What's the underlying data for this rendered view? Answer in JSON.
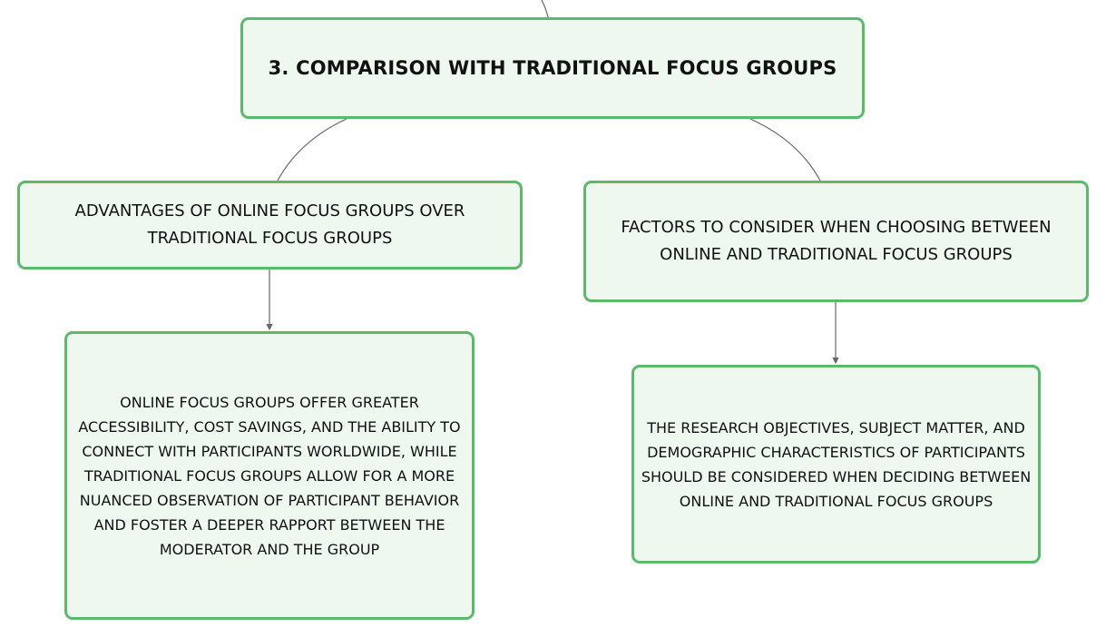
{
  "diagram": {
    "type": "mind-map",
    "colors": {
      "node_fill": "#eef8ef",
      "node_border": "#5cb86a",
      "connector": "#666666",
      "text": "#111111"
    },
    "nodes": {
      "root": {
        "label": "3. COMPARISON WITH TRADITIONAL FOCUS GROUPS"
      },
      "advantages": {
        "label": "ADVANTAGES OF ONLINE FOCUS GROUPS OVER TRADITIONAL FOCUS GROUPS"
      },
      "factors": {
        "label": "FACTORS TO CONSIDER WHEN CHOOSING BETWEEN ONLINE AND TRADITIONAL FOCUS GROUPS"
      },
      "advantages_detail": {
        "label": "ONLINE FOCUS GROUPS OFFER GREATER ACCESSIBILITY, COST SAVINGS, AND THE ABILITY TO CONNECT WITH PARTICIPANTS WORLDWIDE, WHILE TRADITIONAL FOCUS GROUPS ALLOW FOR A MORE NUANCED OBSERVATION OF PARTICIPANT BEHAVIOR AND FOSTER A DEEPER RAPPORT BETWEEN THE MODERATOR AND THE GROUP"
      },
      "factors_detail": {
        "label": "THE RESEARCH OBJECTIVES, SUBJECT MATTER, AND DEMOGRAPHIC CHARACTERISTICS OF PARTICIPANTS SHOULD BE CONSIDERED WHEN DECIDING BETWEEN ONLINE AND TRADITIONAL FOCUS GROUPS"
      }
    },
    "edges": [
      {
        "from": "parent",
        "to": "root"
      },
      {
        "from": "root",
        "to": "advantages"
      },
      {
        "from": "root",
        "to": "factors"
      },
      {
        "from": "advantages",
        "to": "advantages_detail"
      },
      {
        "from": "factors",
        "to": "factors_detail"
      }
    ]
  }
}
